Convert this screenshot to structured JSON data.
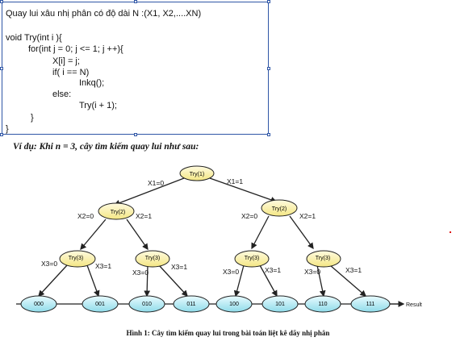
{
  "code": {
    "heading": "Quay lui xâu nhị phân có độ dài N :(X1, X2,....XN)",
    "lines": [
      "void Try(int i ){",
      "for(int j = 0; j <= 1; j ++){",
      "X[i] = j;",
      "if( i == N)",
      "Inkq();",
      "else:",
      "Try(i + 1);",
      "}",
      "}"
    ]
  },
  "example_title": "Ví dụ: Khi n = 3, cây tìm kiếm quay lui như sau:",
  "tree": {
    "root": "Try(1)",
    "level2": [
      "Try(2)",
      "Try(2)"
    ],
    "level3": [
      "Try(3)",
      "Try(3)",
      "Try(3)",
      "Try(3)"
    ],
    "leaves": [
      "000",
      "001",
      "010",
      "011",
      "100",
      "101",
      "110",
      "111"
    ],
    "edge_labels": {
      "x1": [
        "X1=0",
        "X1=1"
      ],
      "x2": [
        "X2=0",
        "X2=1",
        "X2=0",
        "X2=1"
      ],
      "x3": [
        "X3=0",
        "X3=1",
        "X3=0",
        "X3=1",
        "X3=0",
        "X3=1",
        "X3=0",
        "X3=1"
      ]
    },
    "result_label": "Result"
  },
  "caption": "Hình 1: Cây tìm kiếm quay lui trong bài toán liệt kê dãy nhị phân",
  "colors": {
    "box_border": "#2f56a6",
    "inner_node_fill": "#fff5a8",
    "leaf_fill": "#b9ecf5",
    "node_stroke": "#222222",
    "red_mark": "#dd1111"
  }
}
